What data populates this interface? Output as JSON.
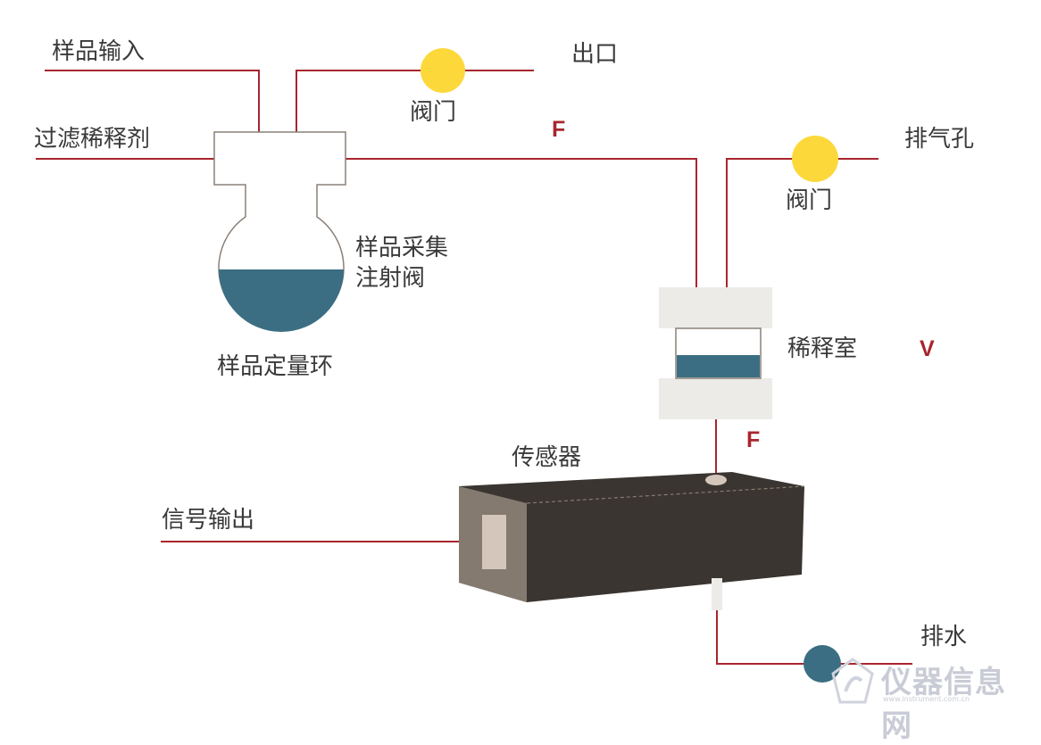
{
  "labels": {
    "sample_input": "样品输入",
    "filtered_diluent": "过滤稀释剂",
    "outlet": "出口",
    "valve_top": "阀门",
    "valve_vent": "阀门",
    "vent": "排气孔",
    "injection_valve_line1": "样品采集",
    "injection_valve_line2": "注射阀",
    "sample_loop": "样品定量环",
    "dilution_chamber": "稀释室",
    "sensor": "传感器",
    "signal_output": "信号输出",
    "drain": "排水"
  },
  "variables": {
    "flow_top": "F",
    "flow_bottom": "F",
    "volume": "V"
  },
  "watermark": {
    "text": "仪器信息网",
    "sub": "www.instrument.com.cn"
  },
  "colors": {
    "pipe": "#a8262e",
    "valve": "#fdd83b",
    "liquid": "#3b6e82",
    "drain_valve": "#3b6e82",
    "sensor_body": "#3a3530",
    "sensor_face": "#857a70",
    "sensor_window": "#d4c6ba",
    "chamber_block": "#ecebe8"
  }
}
